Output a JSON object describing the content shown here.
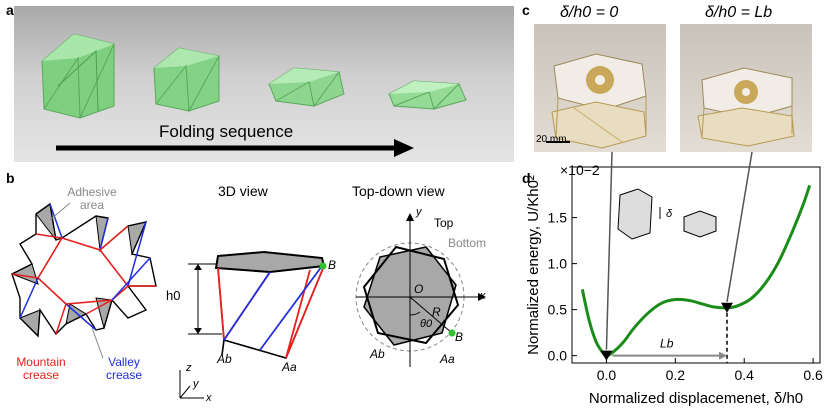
{
  "panels": {
    "a": {
      "label": "a",
      "arrow_text": "Folding sequence"
    },
    "b": {
      "label": "b",
      "adhesive": "Adhesive area",
      "mountain": "Mountain crease",
      "valley": "Valley crease",
      "view3d_title": "3D view",
      "topdown_title": "Top-down view",
      "h0": "h0",
      "B": "B",
      "Ab": "Ab",
      "Aa": "Aa",
      "axis_z": "z",
      "axis_y": "y",
      "axis_x": "x",
      "top": "Top",
      "bottom": "Bottom",
      "O": "O",
      "R": "R",
      "theta0": "θ0"
    },
    "c": {
      "label": "c",
      "left_title": "δ/h0 = 0",
      "right_title": "δ/h0 = Lb",
      "scale_bar": "20 mm"
    },
    "d": {
      "label": "d",
      "delta_inset": "δ",
      "Lb_label": "Lb"
    }
  },
  "colors": {
    "mountain": "#e8201c",
    "valley": "#1f2ee0",
    "curve": "#1a8c1a",
    "model_green": "#8ed68f",
    "adhesive_gray": "#a8a8a8"
  },
  "chart_data": {
    "type": "line",
    "title": "",
    "xlabel": "Normalized displacemenet, δ/h0",
    "ylabel": "Normalized energy, U/Kh0²",
    "multiplier": "×10−2",
    "xlim": [
      -0.1,
      0.62
    ],
    "ylim": [
      -0.08,
      2.05
    ],
    "xticks": [
      0.0,
      0.2,
      0.4,
      0.6
    ],
    "xtick_labels": [
      "0.0",
      "0.2",
      "0.4",
      "0.6"
    ],
    "yticks": [
      0.0,
      0.5,
      1.0,
      1.5
    ],
    "ytick_labels": [
      "0.0",
      "0.5",
      "1.0",
      "1.5"
    ],
    "grid": false,
    "series": [
      {
        "x": [
          -0.07,
          -0.05,
          -0.03,
          -0.01,
          0.0,
          0.02,
          0.05,
          0.08,
          0.12,
          0.16,
          0.2,
          0.24,
          0.28,
          0.31,
          0.35,
          0.38,
          0.42,
          0.46,
          0.5,
          0.54,
          0.57,
          0.59
        ],
        "y": [
          0.72,
          0.38,
          0.15,
          0.03,
          0.0,
          0.04,
          0.15,
          0.3,
          0.46,
          0.57,
          0.61,
          0.6,
          0.56,
          0.53,
          0.52,
          0.54,
          0.62,
          0.78,
          1.02,
          1.35,
          1.63,
          1.85
        ]
      }
    ],
    "minima": [
      {
        "x": 0.0,
        "y": 0.0
      },
      {
        "x": 0.35,
        "y": 0.52
      }
    ]
  }
}
